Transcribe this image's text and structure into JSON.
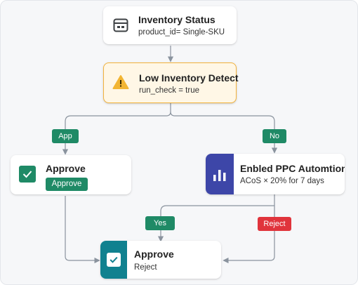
{
  "nodes": {
    "inventory_status": {
      "title": "Inventory Status",
      "subtitle": "product_id= Single-SKU",
      "icon": "window-icon"
    },
    "low_inventory": {
      "title": "Low Inventory Detect",
      "subtitle": "run_check = true",
      "icon": "warning-icon"
    },
    "approve_left": {
      "title": "Approve",
      "badge": "Approve",
      "icon": "check-icon"
    },
    "ppc": {
      "title": "Enbled PPC Automtion",
      "subtitle": "ACoS × 20% for 7 days",
      "icon": "bar-chart-icon"
    },
    "approve_bottom": {
      "title": "Approve",
      "subtitle": "Reject",
      "icon": "check-icon"
    }
  },
  "edge_labels": {
    "app": "App",
    "no": "No",
    "yes": "Yes",
    "reject": "Reject"
  },
  "colors": {
    "green": "#1f8a66",
    "teal": "#10818f",
    "indigo": "#3d46a8",
    "warning_bg": "#fff7e6",
    "warning_border": "#f2b33d",
    "red": "#e0343c",
    "connector": "#8a939e"
  }
}
